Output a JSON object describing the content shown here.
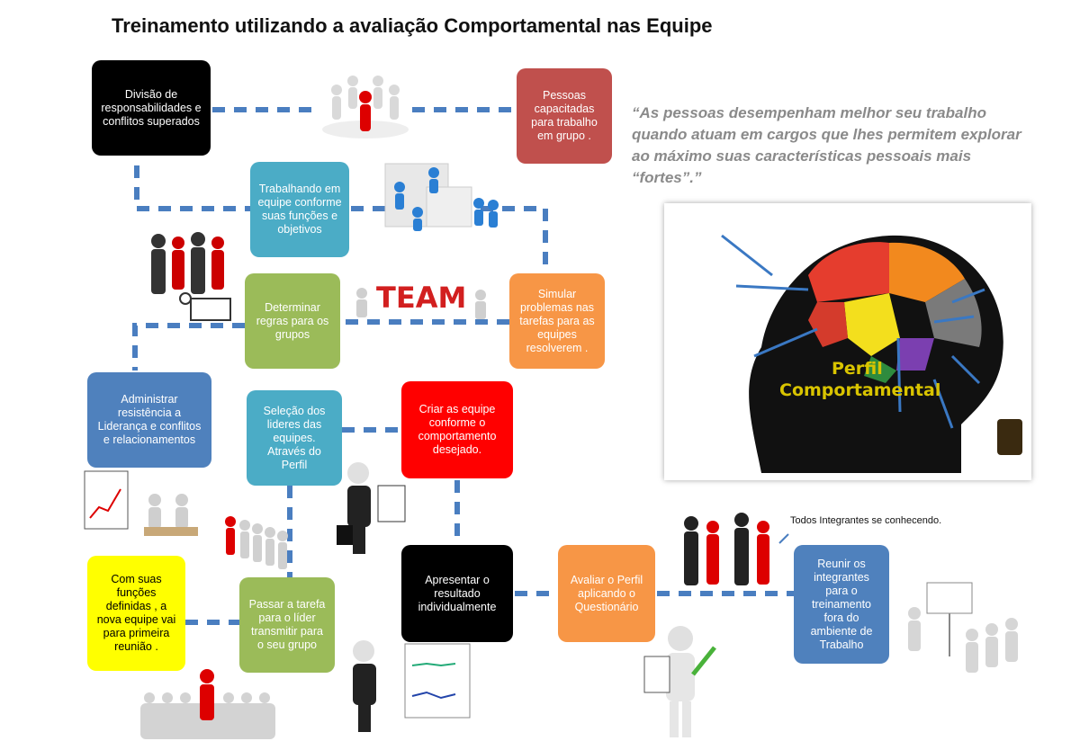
{
  "title": "Treinamento utilizando a avaliação Comportamental nas Equipe",
  "quote": "“As pessoas desempenham melhor seu trabalho quando atuam em cargos que lhes permitem explorar ao máximo suas características pessoais mais “fortes”.”",
  "note": "Todos Integrantes se conhecendo.",
  "boxes": {
    "divisao": "Divisão de responsabilidades e conflitos superados",
    "pessoas": "Pessoas capacitadas para trabalho em grupo .",
    "trabalhando": "Trabalhando em equipe conforme suas funções e objetivos",
    "determinar": "Determinar regras para os grupos",
    "simular": "Simular problemas nas tarefas para as equipes resolverem .",
    "administrar": "Administrar resistência a Liderança e conflitos e relacionamentos",
    "selecao": "Seleção dos lideres das equipes. Através do Perfil",
    "criar": "Criar as equipe conforme o comportamento desejado.",
    "funcoes": "Com suas funções definidas , a nova equipe vai para primeira reunião .",
    "passar": "Passar a tarefa para o líder transmitir para o seu grupo",
    "apresentar": "Apresentar o resultado individualmente",
    "avaliar": "Avaliar o Perfil aplicando o Questionário",
    "reunir": "Reunir os integrantes para o treinamento fora do ambiente de Trabalho"
  },
  "image_text": {
    "team_letters": "TEAM",
    "head_label_1": "Perfil",
    "head_label_2": "Comportamental"
  },
  "colors": {
    "connector": "#4a7ec0",
    "black": "#000000",
    "red_brown": "#c0504d",
    "teal": "#4bacc6",
    "green": "#9bbb59",
    "orange": "#f79646",
    "blue": "#4f81bd",
    "red": "#ff0000",
    "yellow": "#ffff00",
    "steel_blue": "#4f81bd"
  }
}
